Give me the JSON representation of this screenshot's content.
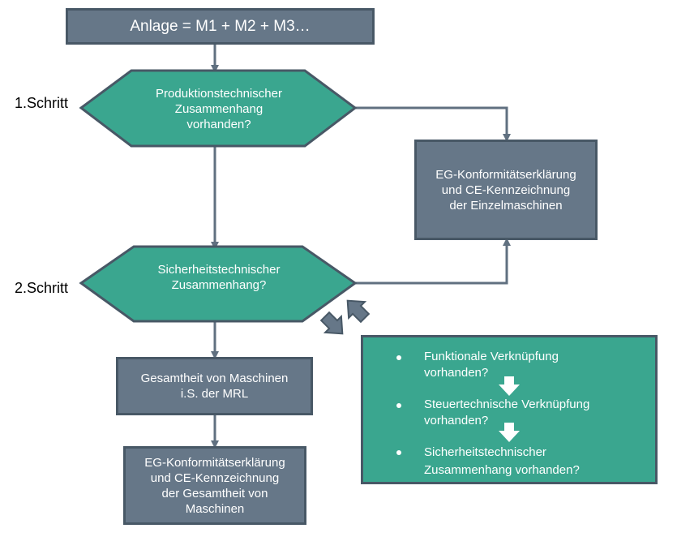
{
  "nodes": {
    "start": {
      "label": "Anlage = M1 + M2 + M3…"
    },
    "decision1": {
      "label": "Produktionstechnischer\nZusammenhang\nvorhanden?"
    },
    "decision2": {
      "label": "Sicherheitstechnischer\nZusammenhang?"
    },
    "result_single": {
      "label": "EG-Konformitätserklärung\nund CE-Kennzeichnung\nder Einzelmaschinen"
    },
    "assembly": {
      "label": "Gesamtheit von Maschinen\ni.S. der MRL"
    },
    "result_assembly": {
      "label": "EG-Konformitätserklärung\nund CE-Kennzeichnung\nder Gesamtheit von\nMaschinen"
    }
  },
  "steps": [
    {
      "label": "1.Schritt"
    },
    {
      "label": "2.Schritt"
    }
  ],
  "criteria": {
    "items": [
      {
        "label": "Funktionale Verknüpfung\nvorhanden?"
      },
      {
        "label": "Steuertechnische Verknüpfung\nvorhanden?"
      },
      {
        "label": "Sicherheitstechnischer\nZusammenhang vorhanden?"
      }
    ]
  },
  "colors": {
    "box_fill": "#667788",
    "box_border": "#485866",
    "decision_fill": "#3aa68f",
    "connector": "#607080",
    "text_light": "#ffffff"
  }
}
